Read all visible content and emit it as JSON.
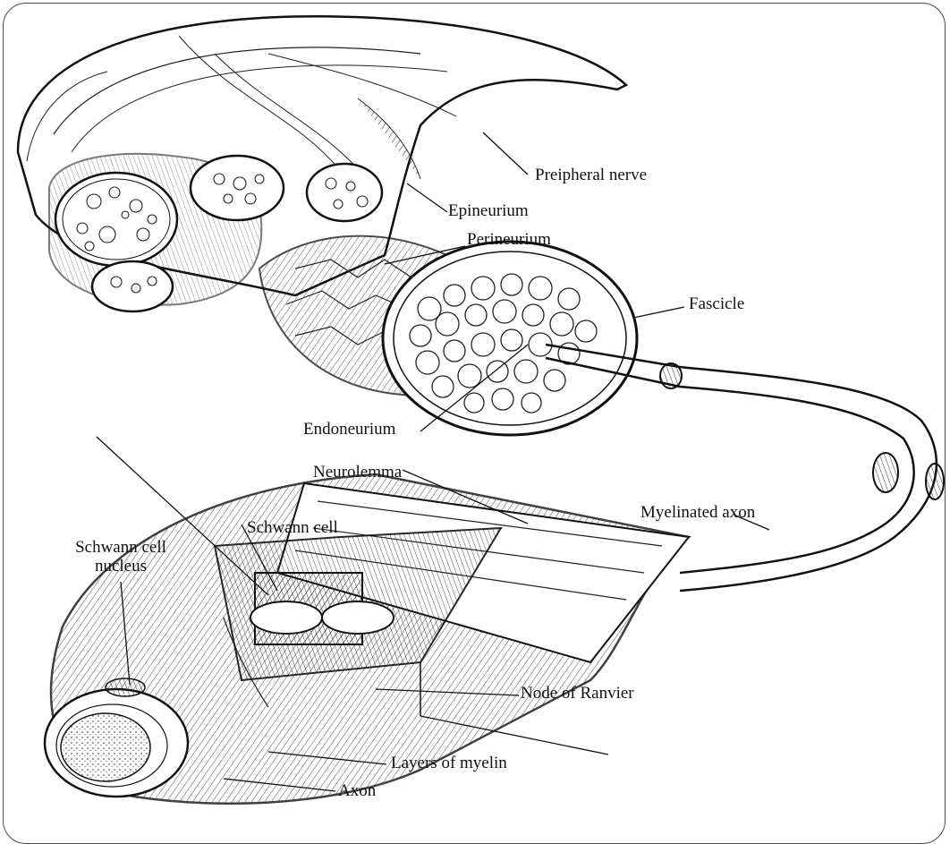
{
  "labels": {
    "peripheral_nerve": "Preipheral nerve",
    "epineurium": "Epineurium",
    "perineurium": "Perineurium",
    "fascicle": "Fascicle",
    "endoneurium": "Endoneurium",
    "neurolemma": "Neurolemma",
    "myelinated_axon": "Myelinated axon",
    "schwann_cell": "Schwann cell",
    "schwann_cell_nucleus_line1": "Schwann cell",
    "schwann_cell_nucleus_line2": "nucleus",
    "node_of_ranvier": "Node of Ranvier",
    "layers_of_myelin": "Layers of myelin",
    "axon": "Axon"
  },
  "colors": {
    "ink": "#111111",
    "frame": "#4a4a4a",
    "axon_core": "#d9d9d9"
  }
}
